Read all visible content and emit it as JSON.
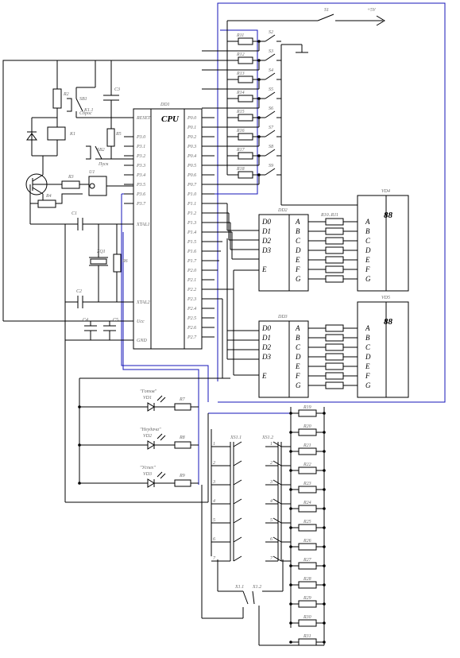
{
  "cpu": {
    "label": "CPU",
    "ref": "DD1"
  },
  "cpu_left_pins": [
    "RESET",
    "P3.0",
    "P3.1",
    "P3.2",
    "P3.3",
    "P3.4",
    "P3.5",
    "P3.6",
    "P3.7",
    "XTAL1",
    "XTAL2",
    "Ucc",
    "GND"
  ],
  "cpu_right_pins": [
    "P0.0",
    "P0.1",
    "P0.2",
    "P0.3",
    "P0.4",
    "P0.5",
    "P0.6",
    "P0.7",
    "P1.0",
    "P1.1",
    "P1.2",
    "P1.3",
    "P1.4",
    "P1.5",
    "P1.6",
    "P1.7",
    "P2.0",
    "P2.1",
    "P2.2",
    "P2.3",
    "P2.4",
    "P2.5",
    "P2.6",
    "P2.7"
  ],
  "decoder": {
    "top_ref": "DD2",
    "bottom_ref": "DD3",
    "inputs": [
      "D0",
      "D1",
      "D2",
      "D3"
    ],
    "enable": "E",
    "outputs": [
      "A",
      "B",
      "C",
      "D",
      "E",
      "F",
      "G"
    ]
  },
  "display": {
    "top_ref": "VD4",
    "bottom_ref": "VD5",
    "segments": [
      "A",
      "B",
      "C",
      "D",
      "E",
      "F",
      "G"
    ],
    "glyph": "88"
  },
  "resistor_array_label": "R10..R11",
  "top_switch": {
    "ref": "S1",
    "rail": "+5V"
  },
  "switch_resistors": [
    "R10",
    "R11",
    "R12",
    "R13",
    "R14",
    "R15",
    "R16",
    "R17",
    "R18"
  ],
  "switches": [
    "S1",
    "S2",
    "S3",
    "S4",
    "S5",
    "S6",
    "S7",
    "S8",
    "S9"
  ],
  "leds": [
    {
      "ref": "VD1",
      "label": "\"Готов\"",
      "res": "R7"
    },
    {
      "ref": "VD2",
      "label": "\"Неудача\"",
      "res": "R8"
    },
    {
      "ref": "VD3",
      "label": "\"Успех\"",
      "res": "R9"
    }
  ],
  "connectors": {
    "left": "XS1.1",
    "right": "XS1.2",
    "plug_left": "X1.1",
    "plug_right": "X1.2"
  },
  "bottom_resistors": [
    "R19",
    "R20",
    "R21",
    "R22",
    "R23",
    "R24",
    "R25",
    "R26",
    "R27",
    "R28",
    "R29",
    "R30",
    "R31"
  ],
  "left_components": {
    "relay": "K1",
    "relay_contact": "K1.1",
    "reset_button": "SB1",
    "start_button": "SB2",
    "transistor_res_base": "R3",
    "transistor_res_emit": "R4",
    "resistor_top": "R2",
    "resistor_mid": "R5",
    "resistor_xtal": "R6",
    "crystal": "ZQ1",
    "cap_reset": "C3",
    "cap_c1": "C1",
    "cap_c2": "C2",
    "cap_c4": "C4",
    "cap_c5": "C5",
    "optocoupler": "U1",
    "reset_label": "Сброс",
    "start_label": "Пуск"
  }
}
